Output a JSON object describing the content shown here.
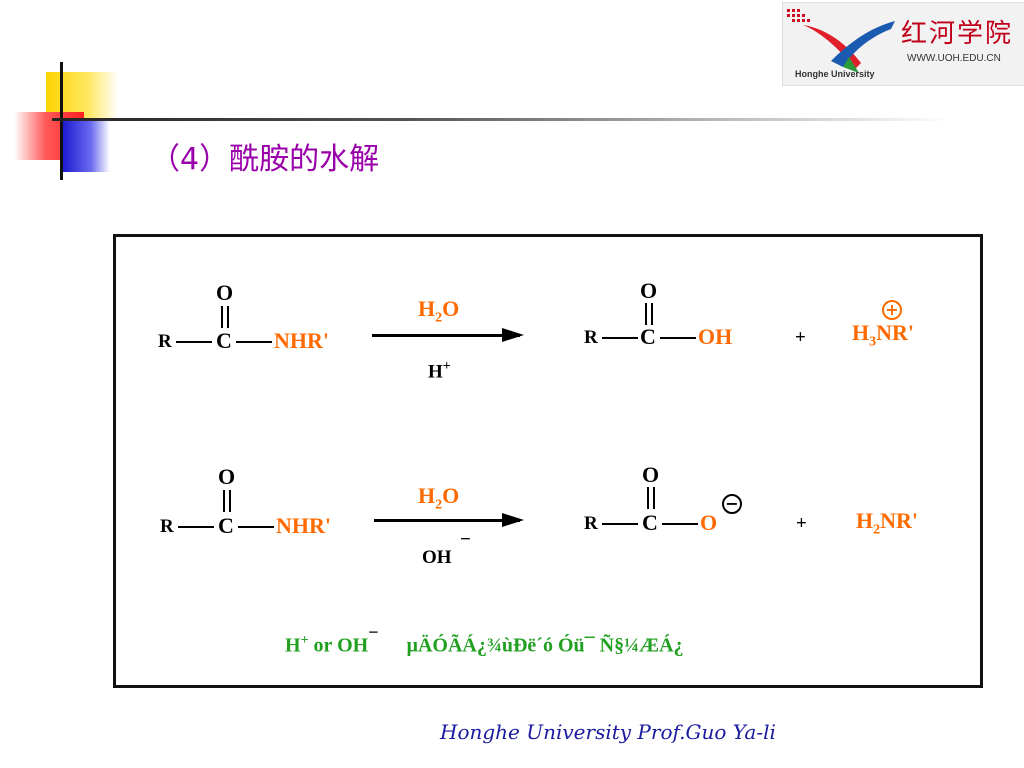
{
  "slide": {
    "title": "（4）酰胺的水解",
    "footer": "Honghe University  Prof.Guo Ya-li"
  },
  "logo": {
    "cn": "红河学院",
    "url": "WWW.UOH.EDU.CN",
    "en": "Honghe University"
  },
  "reaction1": {
    "reactant": {
      "o": "O",
      "r": "R",
      "c": "C",
      "group": "NHR'"
    },
    "reagent_top": "H2O",
    "reagent_bottom": "H+",
    "product1": {
      "o": "O",
      "r": "R",
      "c": "C",
      "group": "OH"
    },
    "plus": "+",
    "product2": "H3NR'",
    "product2_charge": "+"
  },
  "reaction2": {
    "reactant": {
      "o": "O",
      "r": "R",
      "c": "C",
      "group": "NHR'"
    },
    "reagent_top": "H2O",
    "reagent_bottom": "OH",
    "reagent_bottom_charge": "−",
    "product1": {
      "o": "O",
      "r": "R",
      "c": "C",
      "group": "O"
    },
    "product1_charge": "−",
    "plus": "+",
    "product2": "H2NR'"
  },
  "note": {
    "lead": "H",
    "lead_sup": "+",
    "or_text": " or OH",
    "oh_charge": "−",
    "garbled": "µÄÓÃÁ¿¾ùÐë´ó Óü¯ Ñ§¼ÆÁ¿"
  },
  "colors": {
    "title": "#9900aa",
    "orange": "#ff6a00",
    "green": "#22a022",
    "footer": "#1a1aa0"
  }
}
